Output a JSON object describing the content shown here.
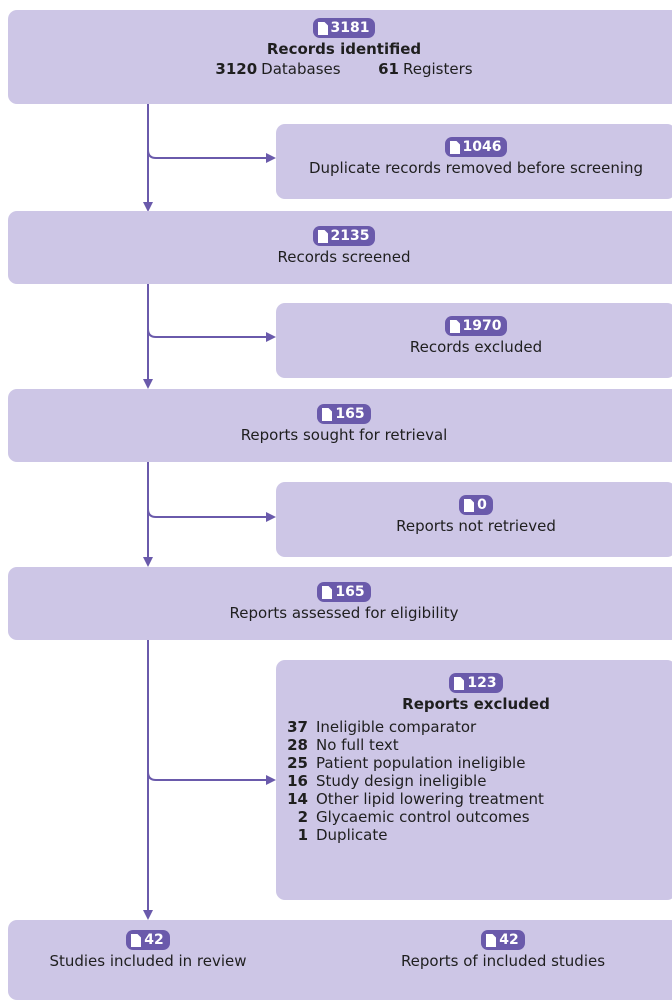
{
  "identification": {
    "count": "3181",
    "label": "Records identified",
    "databases_count": "3120",
    "databases_label": "Databases",
    "registers_count": "61",
    "registers_label": "Registers"
  },
  "duplicates": {
    "count": "1046",
    "label": "Duplicate records removed before screening"
  },
  "screened": {
    "count": "2135",
    "label": "Records screened"
  },
  "excluded_records": {
    "count": "1970",
    "label": "Records excluded"
  },
  "sought": {
    "count": "165",
    "label": "Reports sought for retrieval"
  },
  "not_retrieved": {
    "count": "0",
    "label": "Reports not retrieved"
  },
  "assessed": {
    "count": "165",
    "label": "Reports assessed for eligibility"
  },
  "reports_excluded": {
    "count": "123",
    "label": "Reports excluded",
    "reasons": [
      {
        "n": "37",
        "text": "Ineligible comparator"
      },
      {
        "n": "28",
        "text": "No full text"
      },
      {
        "n": "25",
        "text": "Patient population ineligible"
      },
      {
        "n": "16",
        "text": "Study design ineligible"
      },
      {
        "n": "14",
        "text": "Other lipid lowering treatment"
      },
      {
        "n": "2",
        "text": "Glycaemic control outcomes"
      },
      {
        "n": "1",
        "text": "Duplicate"
      }
    ]
  },
  "included": {
    "studies_count": "42",
    "studies_label": "Studies included in review",
    "reports_count": "42",
    "reports_label": "Reports of included studies"
  },
  "colors": {
    "box_fill": "#cdc6e6",
    "accent": "#6a5aab"
  },
  "icons": {
    "badge_icon": "document-icon"
  }
}
